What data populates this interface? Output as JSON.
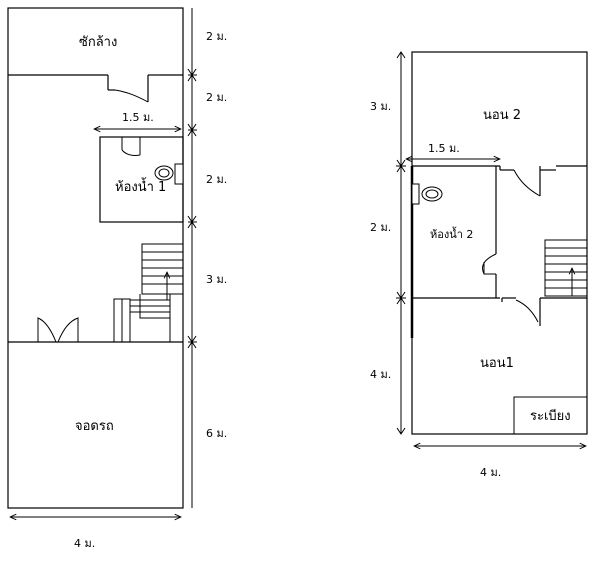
{
  "floor1": {
    "rooms": {
      "laundry": "ซักล้าง",
      "bathroom": "ห้องน้ำ 1",
      "parking": "จอดรถ"
    },
    "dims": {
      "laundry_h": "2 ม.",
      "hall_h": "2 ม.",
      "bath_h": "2 ม.",
      "stair_h": "3 ม.",
      "parking_h": "6 ม.",
      "bath_w": "1.5 ม.",
      "width": "4 ม."
    }
  },
  "floor2": {
    "rooms": {
      "bed2": "นอน 2",
      "bathroom": "ห้องน้ำ 2",
      "bed1": "นอน1",
      "balcony": "ระเบียง"
    },
    "dims": {
      "bed2_h": "3 ม.",
      "bath_h": "2 ม.",
      "bed1_h": "4 ม.",
      "bath_w": "1.5 ม.",
      "width": "4 ม."
    }
  }
}
